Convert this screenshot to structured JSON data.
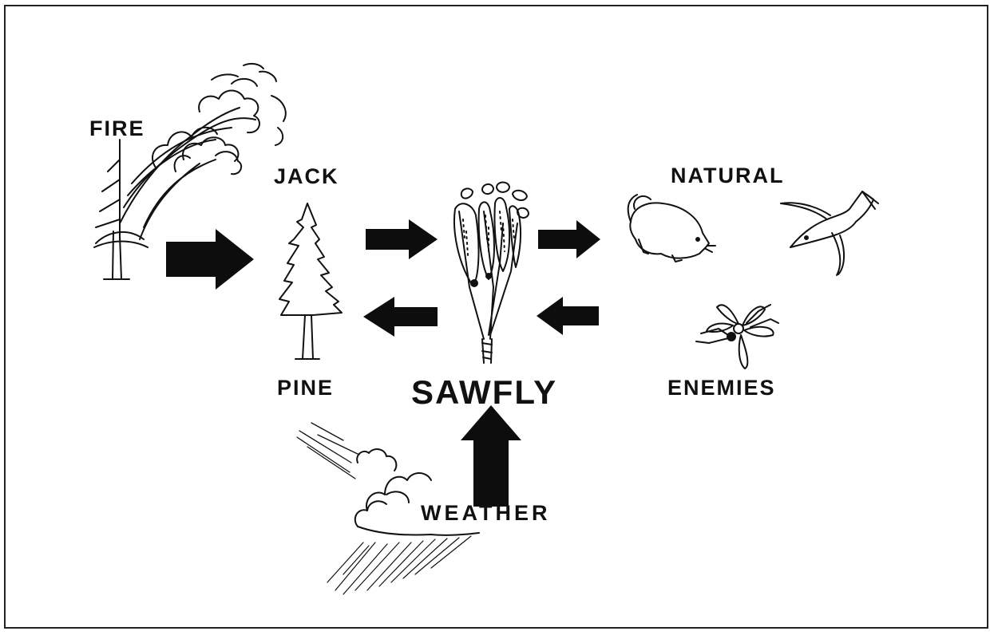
{
  "labels": {
    "fire": "FIRE",
    "jack": "JACK",
    "pine": "PINE",
    "sawfly": "SAWFLY",
    "natural": "NATURAL",
    "enemies": "ENEMIES",
    "weather": "WEATHER"
  },
  "colors": {
    "ink": "#111111",
    "arrow": "#0d0d0d",
    "background": "#ffffff"
  }
}
